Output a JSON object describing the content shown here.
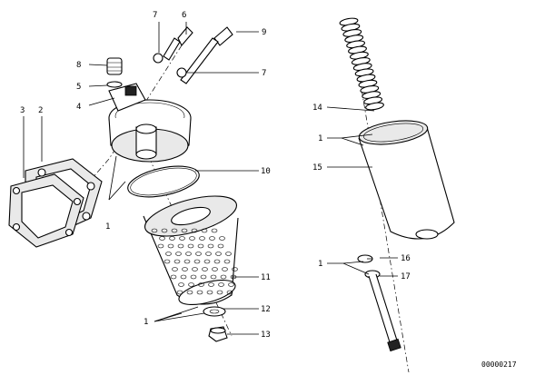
{
  "diagram": {
    "doc_id": "00000217",
    "callouts": {
      "c1a": "1",
      "c1b": "1",
      "c1c": "1",
      "c1d": "1",
      "c2": "2",
      "c3": "3",
      "c4": "4",
      "c5": "5",
      "c6": "6",
      "c7a": "7",
      "c7b": "7",
      "c8": "8",
      "c9": "9",
      "c10": "10",
      "c11": "11",
      "c12": "12",
      "c13": "13",
      "c14": "14",
      "c15": "15",
      "c16": "16",
      "c17": "17"
    }
  }
}
